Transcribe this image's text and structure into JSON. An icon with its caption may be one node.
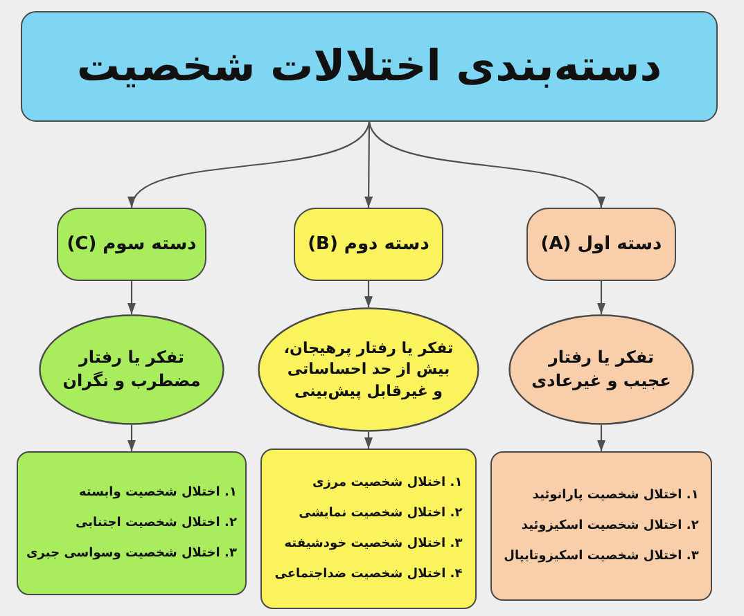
{
  "diagram": {
    "nodes": [
      {
        "text": [
          "دسته‌بندی اختلالات شخصیت"
        ]
      },
      {
        "text": [
          "دسته اول (A)"
        ]
      },
      {
        "text": [
          "دسته دوم (B)"
        ]
      },
      {
        "text": [
          "دسته سوم (C)"
        ]
      },
      {
        "text": [
          "تفکر یا رفتار عجیب و غیرعادی"
        ]
      },
      {
        "text": [
          "تفکر یا رفتار پرهیجان، بیش از حد احساساتی و غیرقابل پیش‌بینی"
        ]
      },
      {
        "text": [
          "تفکر یا رفتار مضطرب و نگران"
        ]
      },
      {
        "text": [
          "۱. اختلال شخصیت پارانوئید",
          "۲. اختلال شخصیت اسکیزوئید",
          "۳. اختلال شخصیت اسکیزوتایپال"
        ]
      },
      {
        "text": [
          "۱. اختلال شخصیت مرزی",
          "۲. اختلال شخصیت نمایشی",
          "۳. اختلال شخصیت خودشیفته",
          "۴. اختلال شخصیت ضداجتماعی"
        ]
      },
      {
        "text": [
          "۱. اختلال شخصیت وابسته",
          "۲. اختلال شخصیت اجتنابی",
          "۳. اختلال شخصیت وسواسی جبری"
        ]
      }
    ],
    "edges": [
      {
        "from": 0,
        "to": 1,
        "arrow": "to"
      },
      {
        "from": 0,
        "to": 2,
        "arrow": "to"
      },
      {
        "from": 0,
        "to": 3,
        "arrow": "to"
      },
      {
        "from": 1,
        "to": 4,
        "arrow": "to"
      },
      {
        "from": 2,
        "to": 5,
        "arrow": "to"
      },
      {
        "from": 3,
        "to": 6,
        "arrow": "to"
      },
      {
        "from": 4,
        "to": 7,
        "arrow": "to"
      },
      {
        "from": 5,
        "to": 8,
        "arrow": "to"
      },
      {
        "from": 6,
        "to": 9,
        "arrow": "to"
      }
    ]
  }
}
